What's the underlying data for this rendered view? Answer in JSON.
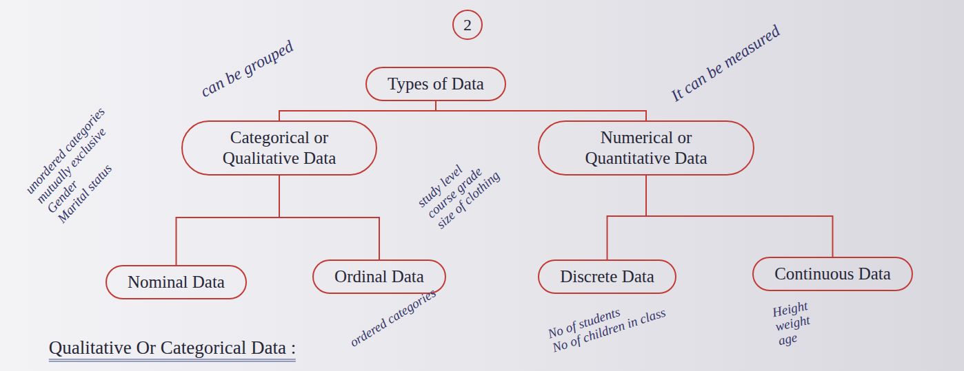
{
  "diagram": {
    "nodes": [
      {
        "text": [
          "Types of Data"
        ]
      },
      {
        "text": [
          "Categorical or Qualitative Data"
        ]
      },
      {
        "text": [
          "Numerical or Quantitative Data"
        ]
      },
      {
        "text": [
          "Nominal Data"
        ]
      },
      {
        "text": [
          "Ordinal Data"
        ]
      },
      {
        "text": [
          "Discrete Data"
        ]
      },
      {
        "text": [
          "Continuous Data"
        ]
      }
    ],
    "edges": [
      {
        "from": 0,
        "to": 1,
        "arrow": "none"
      },
      {
        "from": 0,
        "to": 2,
        "arrow": "none"
      },
      {
        "from": 1,
        "to": 3,
        "arrow": "none"
      },
      {
        "from": 1,
        "to": 4,
        "arrow": "none"
      },
      {
        "from": 2,
        "to": 5,
        "arrow": "none"
      },
      {
        "from": 2,
        "to": 6,
        "arrow": "none"
      }
    ],
    "labels": [
      "2",
      "can be grouped",
      "unordered categories",
      "mutually exclusive",
      "Gender",
      "Marital status",
      "It can be measured",
      "study level",
      "course grade",
      "size of clothing",
      "ordered categories",
      "No of students",
      "No of children in class",
      "Height",
      "weight",
      "age",
      "Qualitative Or Categorical Data :"
    ]
  }
}
